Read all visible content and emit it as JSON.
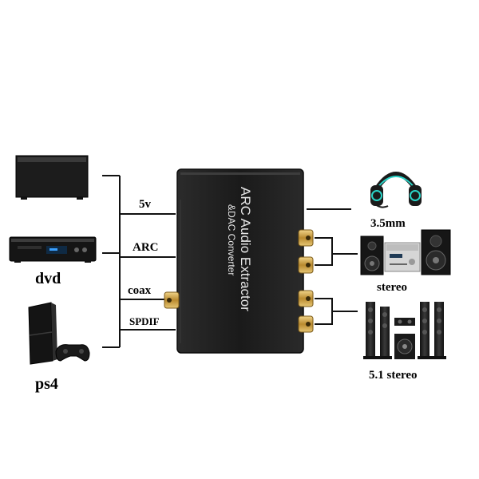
{
  "inputs": {
    "power": "5v",
    "arc": "ARC",
    "coax": "coax",
    "spdif": "SPDIF"
  },
  "sources": {
    "dvd": "dvd",
    "ps4": "ps4"
  },
  "converter": {
    "title": "ARC Audio Extractor",
    "subtitle": "&DAC Converter"
  },
  "outputs": {
    "headphone": "3.5mm",
    "stereo": "stereo",
    "surround": "5.1 stereo"
  },
  "colors": {
    "box": "#1e1e1e",
    "rca_gold": "#c9a24a",
    "line": "#111111"
  }
}
